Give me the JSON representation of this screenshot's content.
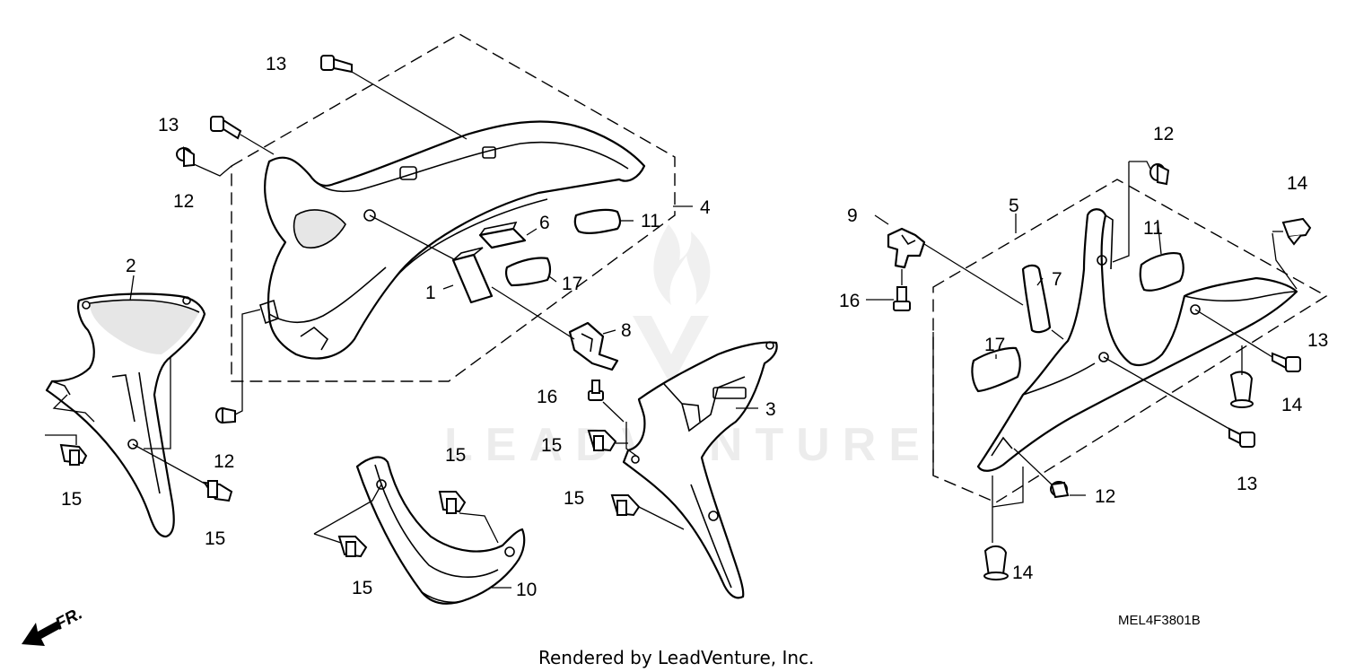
{
  "diagram": {
    "callouts": [
      {
        "id": "c13a",
        "label": "13"
      },
      {
        "id": "c13b",
        "label": "13"
      },
      {
        "id": "c12a",
        "label": "12"
      },
      {
        "id": "c4",
        "label": "4"
      },
      {
        "id": "c6",
        "label": "6"
      },
      {
        "id": "c11a",
        "label": "11"
      },
      {
        "id": "c1",
        "label": "1"
      },
      {
        "id": "c17a",
        "label": "17"
      },
      {
        "id": "c2",
        "label": "2"
      },
      {
        "id": "c8",
        "label": "8"
      },
      {
        "id": "c16a",
        "label": "16"
      },
      {
        "id": "c3",
        "label": "3"
      },
      {
        "id": "c15a",
        "label": "15"
      },
      {
        "id": "c15b",
        "label": "15"
      },
      {
        "id": "c15c",
        "label": "15"
      },
      {
        "id": "c15d",
        "label": "15"
      },
      {
        "id": "c12b",
        "label": "12"
      },
      {
        "id": "c15e",
        "label": "15"
      },
      {
        "id": "c15f",
        "label": "15"
      },
      {
        "id": "c10",
        "label": "10"
      },
      {
        "id": "c12c",
        "label": "12"
      },
      {
        "id": "c14a",
        "label": "14"
      },
      {
        "id": "c5",
        "label": "5"
      },
      {
        "id": "c11b",
        "label": "11"
      },
      {
        "id": "c9",
        "label": "9"
      },
      {
        "id": "c7",
        "label": "7"
      },
      {
        "id": "c16b",
        "label": "16"
      },
      {
        "id": "c13c",
        "label": "13"
      },
      {
        "id": "c17b",
        "label": "17"
      },
      {
        "id": "c14b",
        "label": "14"
      },
      {
        "id": "c13d",
        "label": "13"
      },
      {
        "id": "c12d",
        "label": "12"
      },
      {
        "id": "c14c",
        "label": "14"
      }
    ],
    "front_label": "FR.",
    "diagram_code": "MEL4F3801B",
    "watermark": "LEADVENTURE",
    "credit": "Rendered by LeadVenture, Inc."
  }
}
